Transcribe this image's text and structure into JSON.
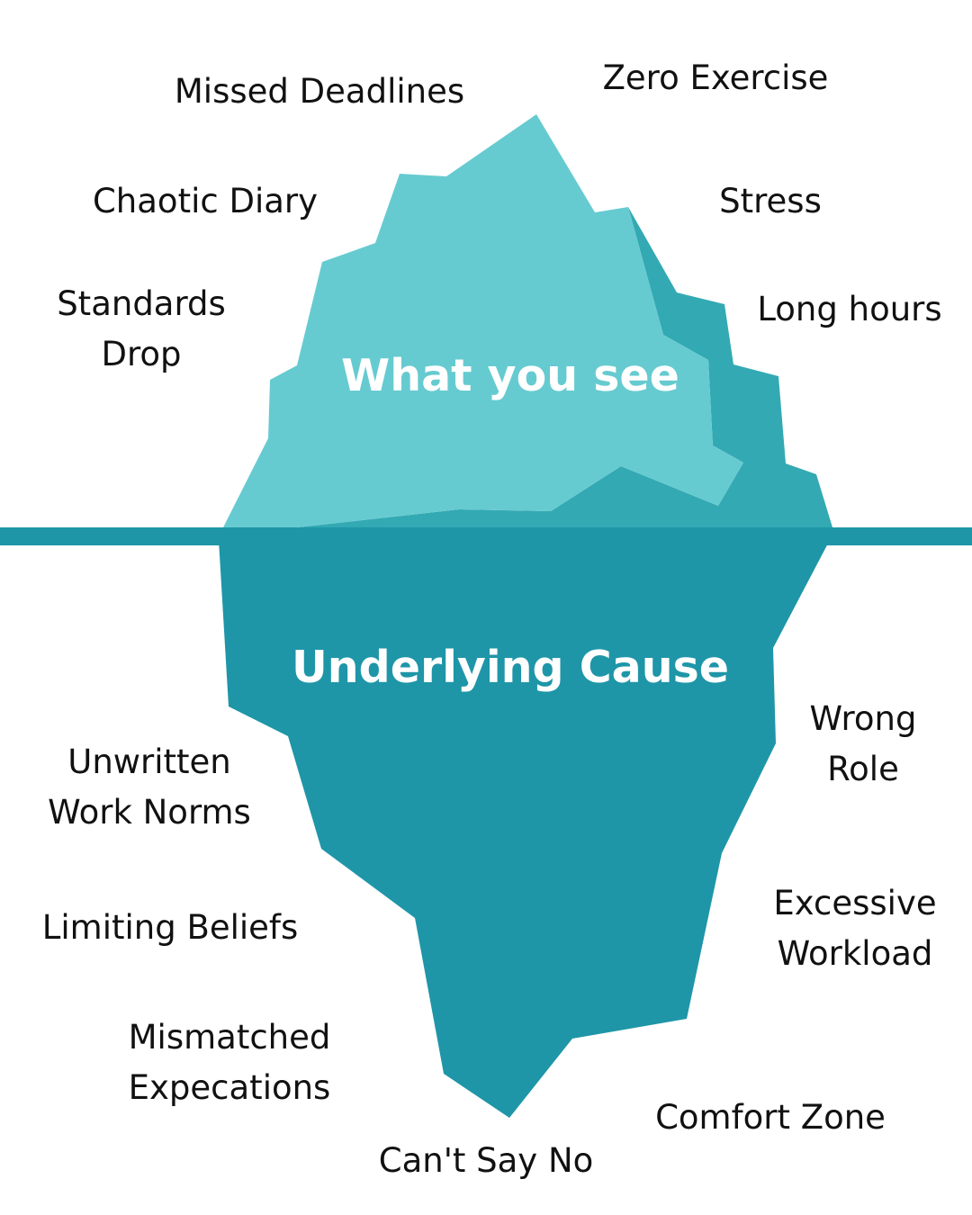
{
  "colors": {
    "background": "#ffffff",
    "iceberg_top_light": "#66cbd0",
    "iceberg_top_shadow": "#33a9b3",
    "waterline": "#1e96a8",
    "iceberg_bottom": "#1e96a8",
    "label_text": "#111111",
    "title_text": "#ffffff"
  },
  "above_water": {
    "title": "What you see",
    "labels": [
      "Missed Deadlines",
      "Zero Exercise",
      "Chaotic Diary",
      "Stress",
      "Standards\nDrop",
      "Long hours"
    ]
  },
  "below_water": {
    "title": "Underlying Cause",
    "labels": [
      "Wrong\nRole",
      "Unwritten\nWork Norms",
      "Excessive\nWorkload",
      "Limiting Beliefs",
      "Mismatched\nExpecations",
      "Comfort Zone",
      "Can't Say No"
    ]
  }
}
